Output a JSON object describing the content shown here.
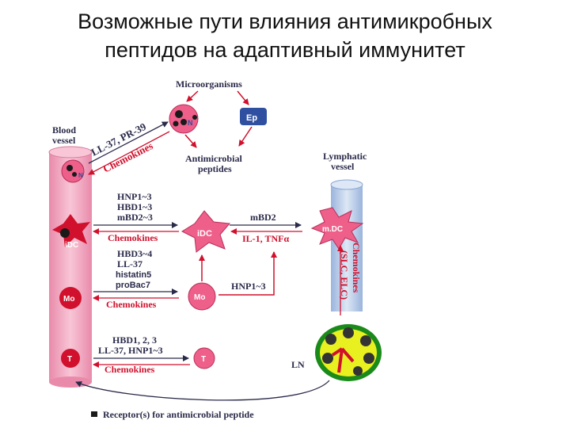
{
  "title": {
    "line1": "Возможные пути влияния  антимикробных",
    "line2": "пептидов на адаптивный иммунитет"
  },
  "labels": {
    "microorganisms": "Microorganisms",
    "ep": "Ep",
    "n": "N",
    "antimicrobial_line1": "Antimicrobial",
    "antimicrobial_line2": "peptides",
    "blood_vessel_line1": "Blood",
    "blood_vessel_line2": "vessel",
    "ll37_pr39": "LL-37, PR-39",
    "chemokines": "Chemokines",
    "lymphatic_line1": "Lymphatic",
    "lymphatic_line2": "vessel",
    "idc": "iDC",
    "mdc": "m.DC",
    "mo": "Mo",
    "t": "T",
    "ln": "LN",
    "row1_peptides": [
      "HNP1~3",
      "HBD1~3",
      "mBD2~3"
    ],
    "row2_peptides": [
      "HBD3~4",
      "LL-37",
      "histatin5",
      "proBac7"
    ],
    "row3_peptides": [
      "HBD1, 2, 3",
      "LL-37, HNP1~3"
    ],
    "mbd2": "mBD2",
    "il1_tnf": "IL-1, TNFα",
    "hnp13": "HNP1~3",
    "lymph_chemokines": "Chemokines",
    "slc_elc": "(SLC, ELC)",
    "legend": "Receptor(s) for  antimicrobial peptide"
  },
  "colors": {
    "vessel_pink": "#f2a6c0",
    "lymph_blue": "#b8cde8",
    "cell_pink": "#ee5f8a",
    "arrow_red": "#d0102c",
    "ep_blue": "#2f4fa0",
    "node_yellow": "#e8f020",
    "node_green": "#1a8a1a"
  }
}
